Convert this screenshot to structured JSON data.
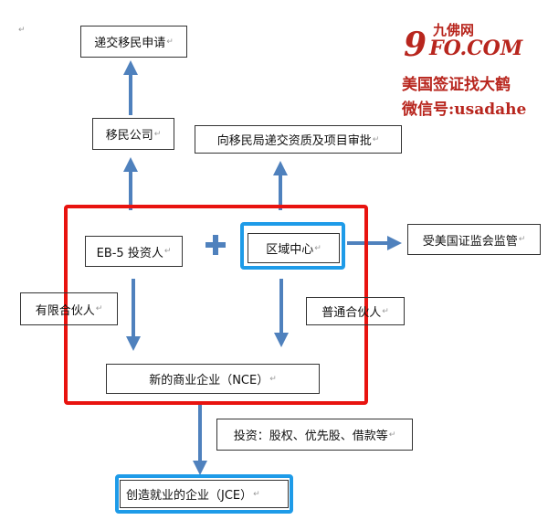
{
  "boxes": {
    "submit": "递交移民申请",
    "company": "移民公司",
    "uscis": "向移民局递交资质及项目审批",
    "investor": "EB-5 投资人",
    "regional": "区域中心",
    "sec": "受美国证监会监管",
    "limited": "有限合伙人",
    "general": "普通合伙人",
    "nce": "新的商业企业（NCE）",
    "invest": "投资：股权、优先股、借款等",
    "jce": "创造就业的企业（JCE）"
  },
  "paragraph_mark": "↵",
  "logo": {
    "cn": "九佛网",
    "brand": "9FO.COM",
    "line1": "美国签证找大鹤",
    "line2": "微信号:usadahe"
  },
  "colors": {
    "arrow": "#4f81bd",
    "red": "#e8130f",
    "blue": "#1e9be8",
    "logo": "#b8261e"
  }
}
